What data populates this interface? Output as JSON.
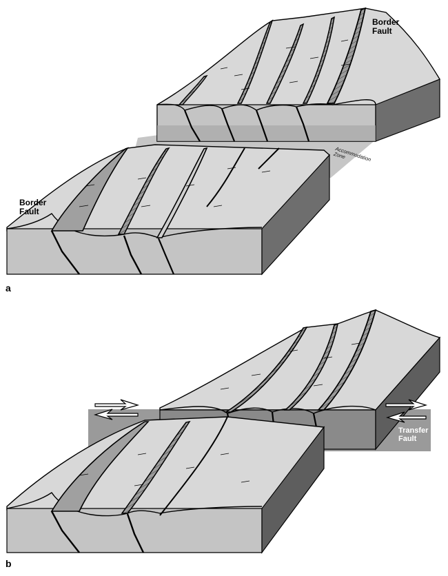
{
  "panels": {
    "a": {
      "letter": "a",
      "label_border_fault_upper": "Border Fault",
      "label_border_fault_lower": "Border Fault",
      "label_accommodation_zone": "Accommodation Zone"
    },
    "b": {
      "letter": "b",
      "label_transfer_fault": "Transfer Fault"
    }
  },
  "colors": {
    "surface": "#d8d8d8",
    "front_face": "#c4c4c4",
    "side_face": "#6e6e6e",
    "basement": "#8c8c8c",
    "zone_shading": "#9a9a9a",
    "fault_line": "#000000"
  }
}
